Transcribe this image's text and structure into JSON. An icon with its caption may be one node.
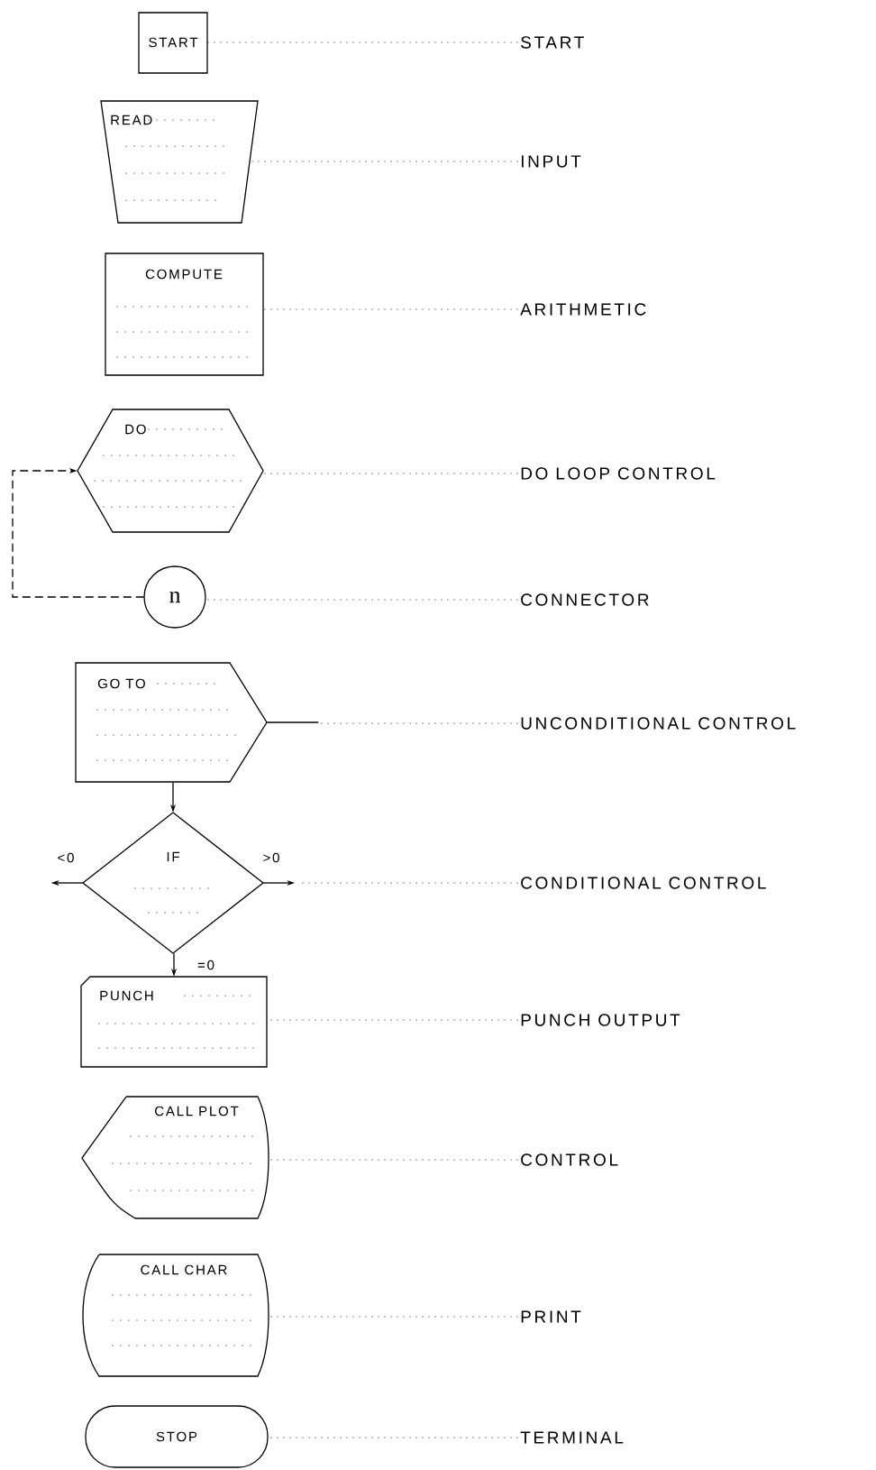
{
  "diagram": {
    "nodes": [
      {
        "text": [
          "START"
        ]
      },
      {
        "text": [
          "START"
        ]
      },
      {
        "text": [
          "READ"
        ]
      },
      {
        "text": [
          "INPUT"
        ]
      },
      {
        "text": [
          "COMPUTE"
        ]
      },
      {
        "text": [
          "ARITHMETIC"
        ]
      },
      {
        "text": [
          "DO"
        ]
      },
      {
        "text": [
          "DO LOOP CONTROL"
        ]
      },
      {
        "text": [
          "n"
        ]
      },
      {
        "text": [
          "CONNECTOR"
        ]
      },
      {
        "text": [
          "GO TO"
        ]
      },
      {
        "text": [
          "UNCONDITIONAL CONTROL"
        ]
      },
      {
        "text": [
          "IF"
        ]
      },
      {
        "text": [
          "CONDITIONAL CONTROL"
        ]
      },
      {
        "text": [
          "PUNCH"
        ]
      },
      {
        "text": [
          "PUNCH OUTPUT"
        ]
      },
      {
        "text": [
          "CALL PLOT"
        ]
      },
      {
        "text": [
          "CONTROL"
        ]
      },
      {
        "text": [
          "CALL CHAR"
        ]
      },
      {
        "text": [
          "PRINT"
        ]
      },
      {
        "text": [
          "STOP"
        ]
      },
      {
        "text": [
          "TERMINAL"
        ]
      }
    ],
    "edges": [
      {
        "from": 1,
        "to": 0,
        "arrow": "none",
        "style": "dashed"
      },
      {
        "from": 3,
        "to": 2,
        "arrow": "none",
        "style": "dashed"
      },
      {
        "from": 5,
        "to": 4,
        "arrow": "none",
        "style": "dashed"
      },
      {
        "from": 7,
        "to": 6,
        "arrow": "none",
        "style": "dashed"
      },
      {
        "from": 9,
        "to": 8,
        "arrow": "none",
        "style": "dashed"
      },
      {
        "from": 11,
        "to": 10,
        "arrow": "none",
        "style": "dashed"
      },
      {
        "from": 13,
        "to": 12,
        "arrow": "none",
        "style": "dashed"
      },
      {
        "from": 15,
        "to": 14,
        "arrow": "none",
        "style": "dashed"
      },
      {
        "from": 17,
        "to": 16,
        "arrow": "none",
        "style": "dashed"
      },
      {
        "from": 19,
        "to": 18,
        "arrow": "none",
        "style": "dashed"
      },
      {
        "from": 21,
        "to": 20,
        "arrow": "none",
        "style": "dashed"
      },
      {
        "from": 8,
        "to": 6,
        "arrow": "to",
        "style": "dashed"
      },
      {
        "from": 10,
        "to": null,
        "arrow": "none"
      },
      {
        "from": 10,
        "to": 12,
        "arrow": "to"
      },
      {
        "from": 12,
        "to": null,
        "arrow": "to",
        "label": "<0"
      },
      {
        "from": 12,
        "to": null,
        "arrow": "to",
        "label": ">0"
      },
      {
        "from": 12,
        "to": 14,
        "arrow": "to",
        "label": "=0"
      }
    ]
  }
}
